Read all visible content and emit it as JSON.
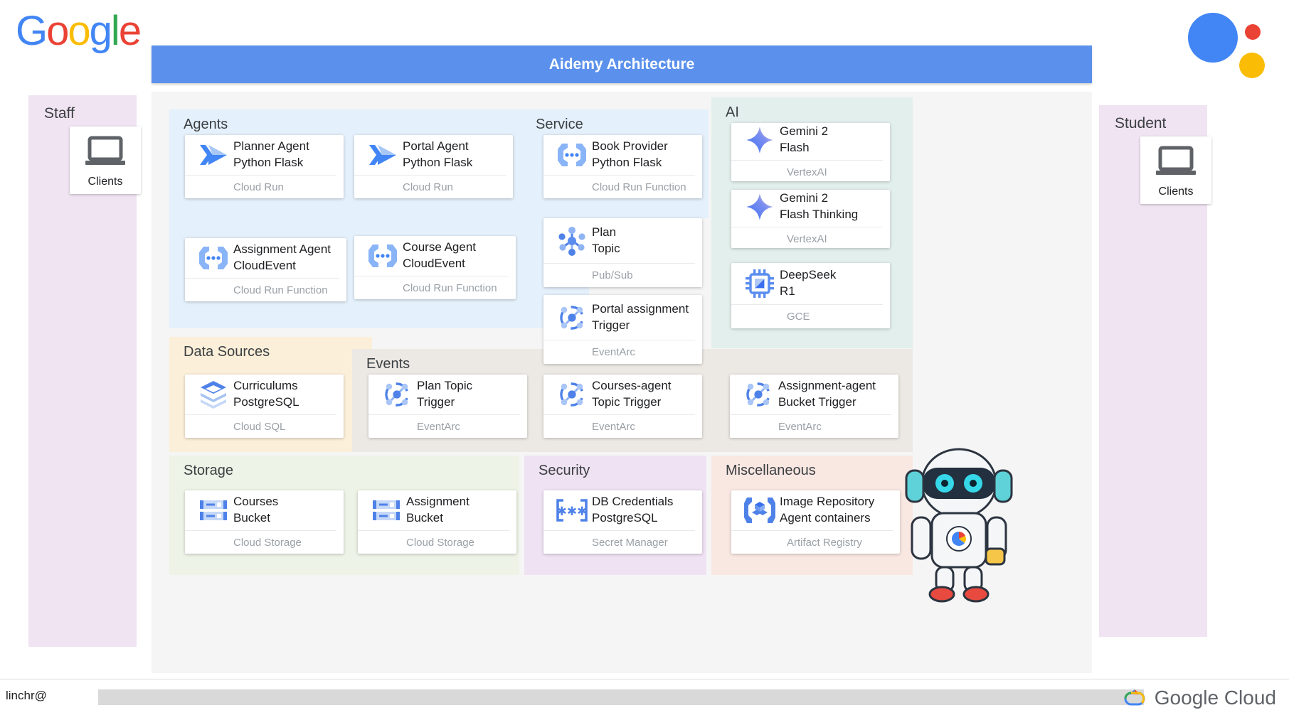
{
  "brand": {
    "logo_letters": [
      "G",
      "o",
      "o",
      "g",
      "l",
      "e"
    ]
  },
  "header": {
    "title": "Aidemy Architecture"
  },
  "staff_panel": {
    "title": "Staff",
    "card_label": "Clients",
    "icon": "laptop-icon"
  },
  "student_panel": {
    "title": "Student",
    "card_label": "Clients",
    "icon": "laptop-icon"
  },
  "groups": {
    "agents": {
      "title": "Agents",
      "cards": [
        {
          "line1": "Planner Agent",
          "line2": "Python Flask",
          "service": "Cloud Run",
          "icon": "cloud-run-icon"
        },
        {
          "line1": "Portal Agent",
          "line2": "Python Flask",
          "service": "Cloud Run",
          "icon": "cloud-run-icon"
        },
        {
          "line1": "Assignment Agent",
          "line2": "CloudEvent",
          "service": "Cloud Run Function",
          "icon": "cloud-function-icon"
        },
        {
          "line1": "Course Agent",
          "line2": "CloudEvent",
          "service": "Cloud Run Function",
          "icon": "cloud-function-icon"
        }
      ]
    },
    "service": {
      "title": "Service",
      "cards": [
        {
          "line1": "Book Provider",
          "line2": "Python Flask",
          "service": "Cloud Run Function",
          "icon": "cloud-function-icon"
        }
      ]
    },
    "ai": {
      "title": "AI",
      "cards": [
        {
          "line1": "Gemini 2",
          "line2": "Flash",
          "service": "VertexAI",
          "icon": "gemini-spark-icon"
        },
        {
          "line1": "Gemini 2",
          "line2": "Flash Thinking",
          "service": "VertexAI",
          "icon": "gemini-spark-icon"
        },
        {
          "line1": "DeepSeek",
          "line2": "R1",
          "service": "GCE",
          "icon": "cpu-chip-icon"
        }
      ]
    },
    "data_sources": {
      "title": "Data Sources",
      "cards": [
        {
          "line1": "Curriculums",
          "line2": "PostgreSQL",
          "service": "Cloud SQL",
          "icon": "database-layers-icon"
        }
      ]
    },
    "events": {
      "title": "Events",
      "cards": [
        {
          "line1": "Plan",
          "line2": "Topic",
          "service": "Pub/Sub",
          "icon": "pubsub-icon"
        },
        {
          "line1": "Portal assignment",
          "line2": "Trigger",
          "service": "EventArc",
          "icon": "eventarc-icon"
        },
        {
          "line1": "Plan Topic",
          "line2": "Trigger",
          "service": "EventArc",
          "icon": "eventarc-icon"
        },
        {
          "line1": "Courses-agent",
          "line2": "Topic Trigger",
          "service": "EventArc",
          "icon": "eventarc-icon"
        },
        {
          "line1": "Assignment-agent",
          "line2": "Bucket Trigger",
          "service": "EventArc",
          "icon": "eventarc-icon"
        }
      ]
    },
    "storage": {
      "title": "Storage",
      "cards": [
        {
          "line1": "Courses",
          "line2": "Bucket",
          "service": "Cloud Storage",
          "icon": "bucket-icon"
        },
        {
          "line1": "Assignment",
          "line2": "Bucket",
          "service": "Cloud Storage",
          "icon": "bucket-icon"
        }
      ]
    },
    "security": {
      "title": "Security",
      "cards": [
        {
          "line1": "DB Credentials",
          "line2": "PostgreSQL",
          "service": "Secret Manager",
          "icon": "secret-asterisks-icon"
        }
      ]
    },
    "miscellaneous": {
      "title": "Miscellaneous",
      "cards": [
        {
          "line1": "Image Repository",
          "line2": "Agent containers",
          "service": "Artifact Registry",
          "icon": "artifact-registry-icon"
        }
      ]
    }
  },
  "footer": {
    "user": "linchr@",
    "google_cloud": "Google Cloud"
  },
  "colors": {
    "title_bar": "#5B91EC",
    "agents_bg": "#E4F0FB",
    "ai_bg": "#E2EFEC",
    "data_bg": "#FCEFD9",
    "events_bg": "#ECE8E4",
    "storage_bg": "#EDF3E6",
    "security_bg": "#EFE2F3",
    "misc_bg": "#F9E7E2",
    "panel_bg": "#F0E3F2",
    "canvas_bg": "#F5F5F5",
    "accent_blue": "#4285F4"
  }
}
